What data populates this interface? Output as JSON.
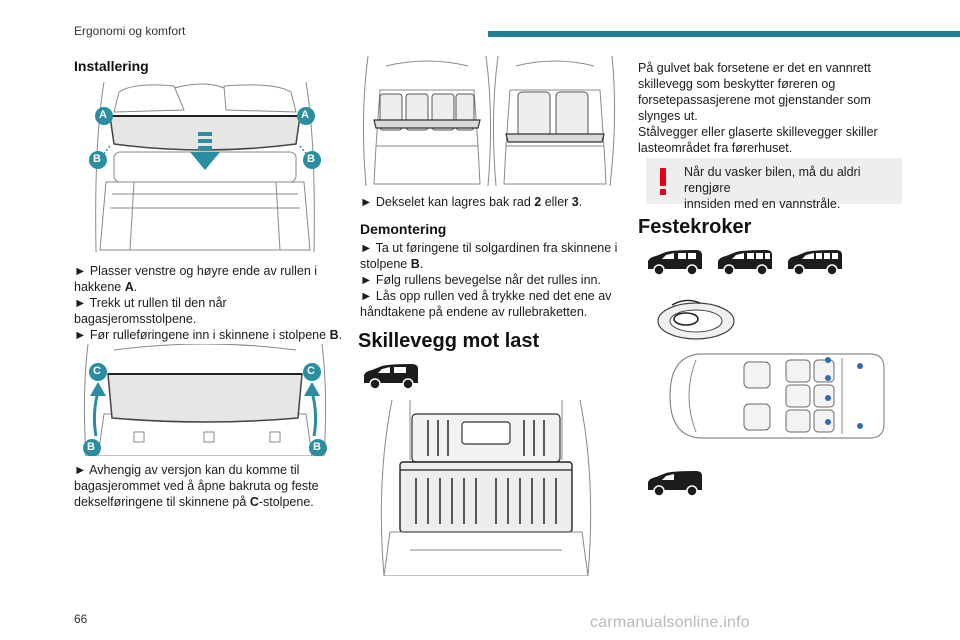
{
  "header": {
    "section": "Ergonomi og komfort",
    "accent_color": "#1d7f93"
  },
  "page_number": "66",
  "watermark": "carmanualsonline.info",
  "col1": {
    "heading": "Installering",
    "fig1_labels": {
      "a_left": "A",
      "a_right": "A",
      "b_left": "B",
      "b_right": "B"
    },
    "steps1": [
      [
        "► Plasser venstre og høyre ende av rullen i",
        "hakkene ",
        "A",
        "."
      ],
      [
        "► Trekk ut rullen til den når",
        "bagasjeromsstolpene."
      ],
      [
        "► Før rulleføringene inn i skinnene i stolpene ",
        "B",
        "."
      ]
    ],
    "fig2_labels": {
      "c_left": "C",
      "c_right": "C",
      "b_left": "B",
      "b_right": "B"
    },
    "steps2": [
      "► Avhengig av versjon kan du komme til",
      "bagasjerommet ved å åpne bakruta og feste",
      "dekselføringene til skinnene på ",
      "C",
      "-stolpene."
    ]
  },
  "col2": {
    "storage_note": [
      "► Dekselet kan lagres bak rad ",
      "2",
      " eller ",
      "3",
      "."
    ],
    "subheading": "Demontering",
    "demount_steps": [
      "► Ta ut føringene til solgardinen fra skinnene i",
      "stolpene ",
      "B",
      ".",
      "► Følg rullens bevegelse når det rulles inn.",
      "► Lås opp rullen ved å trykke ned det ene av",
      "håndtakene på endene av rullebraketten."
    ],
    "section_heading": "Skillevegg mot last"
  },
  "col3": {
    "intro": [
      "På gulvet bak forsetene er det en vannrett",
      "skillevegg som beskytter føreren og",
      "forsetepassasjerene mot gjenstander som",
      "slynges ut.",
      "Stålvegger eller glaserte skillevegger skiller",
      "lasteområdet fra førerhuset."
    ],
    "warning": [
      "Når du vasker bilen, må du aldri rengjøre",
      "innsiden med en vannstråle."
    ],
    "warning_color": "#e2001a",
    "section_heading": "Festekroker"
  },
  "colors": {
    "figure_gray": "#5f5f5f",
    "callout_teal": "#2a8ea0",
    "dot_blue": "#2a6fb5"
  }
}
